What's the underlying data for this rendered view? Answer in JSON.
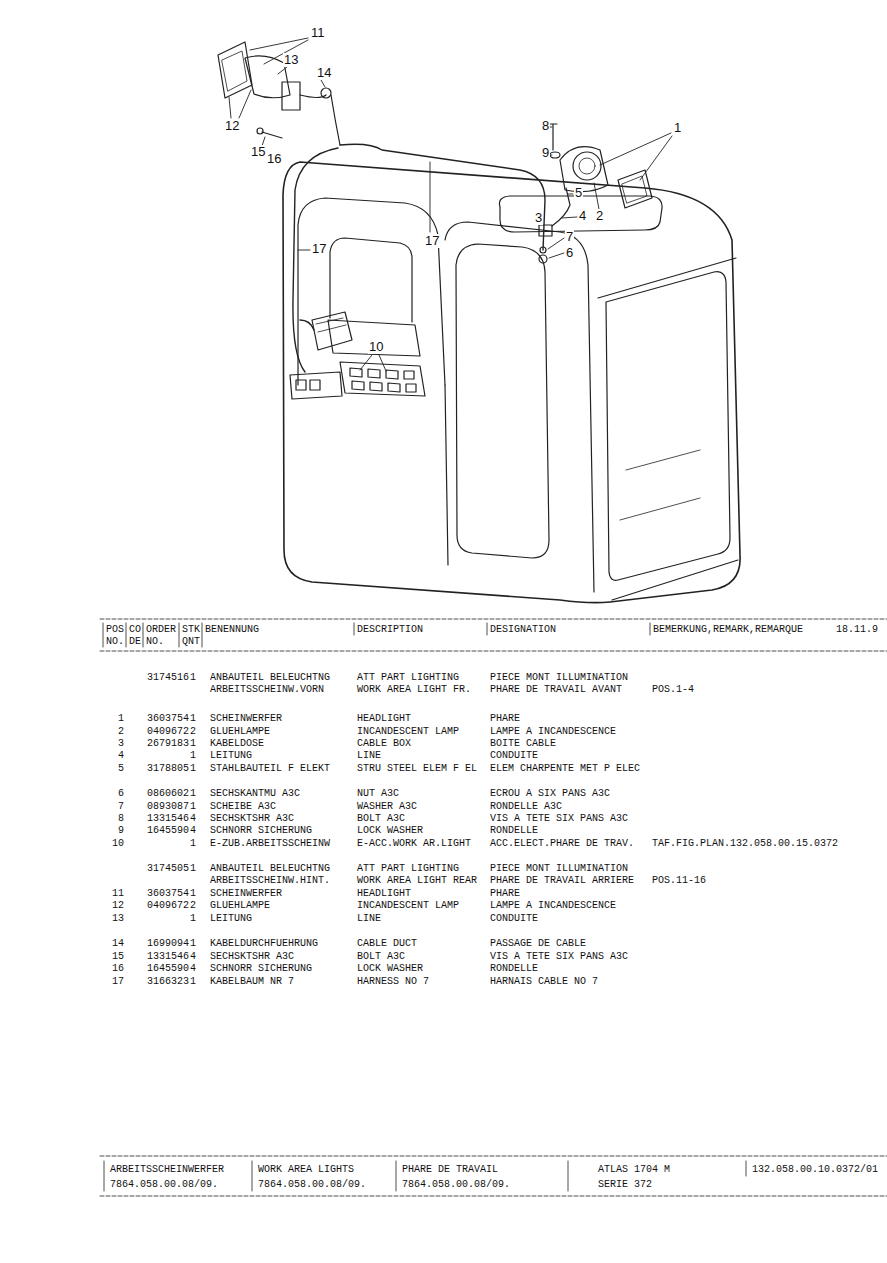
{
  "diagram": {
    "labels": [
      "11",
      "13",
      "14",
      "12",
      "15",
      "16",
      "8",
      "9",
      "1",
      "5",
      "4",
      "2",
      "3",
      "7",
      "6",
      "17",
      "17",
      "10",
      "POS",
      "CO",
      "ORDER",
      "STK",
      "BENENNUNG",
      "DESCRIPTION",
      "DESIGNATION",
      "BEMERKUNG,REMARK,REMARQUE",
      "18.11.9",
      "NO.",
      "DE",
      "NO.",
      "QNT",
      "3174516",
      "1",
      "ANBAUTEIL BELEUCHTNG",
      "ATT PART LIGHTING",
      "PIECE MONT ILLUMINATION",
      "ARBEITSSCHEINW.VORN",
      "WORK AREA LIGHT FR.",
      "PHARE DE TRAVAIL AVANT",
      "POS.1-4",
      "1",
      "3603754",
      "1",
      "SCHEINWERFER",
      "HEADLIGHT",
      "PHARE",
      "2",
      "0409672",
      "2",
      "GLUEHLAMPE",
      "INCANDESCENT LAMP",
      "LAMPE A INCANDESCENCE",
      "3",
      "2679183",
      "1",
      "KABELDOSE",
      "CABLE BOX",
      "BOITE CABLE",
      "4",
      "1",
      "LEITUNG",
      "LINE",
      "CONDUITE",
      "5",
      "3178805",
      "1",
      "STAHLBAUTEIL F ELEKT",
      "STRU STEEL ELEM F EL",
      "ELEM CHARPENTE MET P ELEC",
      "6",
      "0860602",
      "1",
      "SECHSKANTMU A3C",
      "NUT A3C",
      "ECROU A SIX PANS A3C",
      "7",
      "0893087",
      "1",
      "SCHEIBE A3C",
      "WASHER A3C",
      "RONDELLE A3C",
      "8",
      "1331546",
      "4",
      "SECHSKTSHR A3C",
      "BOLT A3C",
      "VIS A TETE SIX PANS A3C",
      "9",
      "1645590",
      "4",
      "SCHNORR SICHERUNG",
      "LOCK WASHER",
      "RONDELLE",
      "10",
      "1",
      "E-ZUB.ARBEITSSCHEINW",
      "E-ACC.WORK AR.LIGHT",
      "ACC.ELECT.PHARE DE TRAV.",
      "TAF.FIG.PLAN.132.058.00.15.0372",
      "3174505",
      "1",
      "ANBAUTEIL BELEUCHTNG",
      "ATT PART LIGHTING",
      "PIECE MONT ILLUMINATION",
      "ARBEITSSCHEINW.HINT.",
      "WORK AREA LIGHT REAR",
      "PHARE DE TRAVAIL ARRIERE",
      "POS.11-16",
      "11",
      "3603754",
      "1",
      "SCHEINWERFER",
      "HEADLIGHT",
      "PHARE",
      "12",
      "0409672",
      "2",
      "GLUEHLAMPE",
      "INCANDESCENT LAMP",
      "LAMPE A INCANDESCENCE",
      "13",
      "1",
      "LEITUNG",
      "LINE",
      "CONDUITE",
      "14",
      "1699094",
      "1",
      "KABELDURCHFUEHRUNG",
      "CABLE DUCT",
      "PASSAGE DE CABLE",
      "15",
      "1331546",
      "4",
      "SECHSKTSHR A3C",
      "BOLT A3C",
      "VIS A TETE SIX PANS A3C",
      "16",
      "1645590",
      "4",
      "SCHNORR SICHERUNG",
      "LOCK WASHER",
      "RONDELLE",
      "17",
      "3166323",
      "1",
      "KABELBAUM NR 7",
      "HARNESS NO 7",
      "HARNAIS CABLE NO 7",
      "ARBEITSSCHEINWERFER",
      "WORK AREA LIGHTS",
      "PHARE DE TRAVAIL",
      "ATLAS 1704 M",
      "132.058.00.10.0372/01",
      "7864.058.00.08/09.",
      "7864.058.00.08/09.",
      "7864.058.00.08/09.",
      "SERIE 372"
    ]
  }
}
